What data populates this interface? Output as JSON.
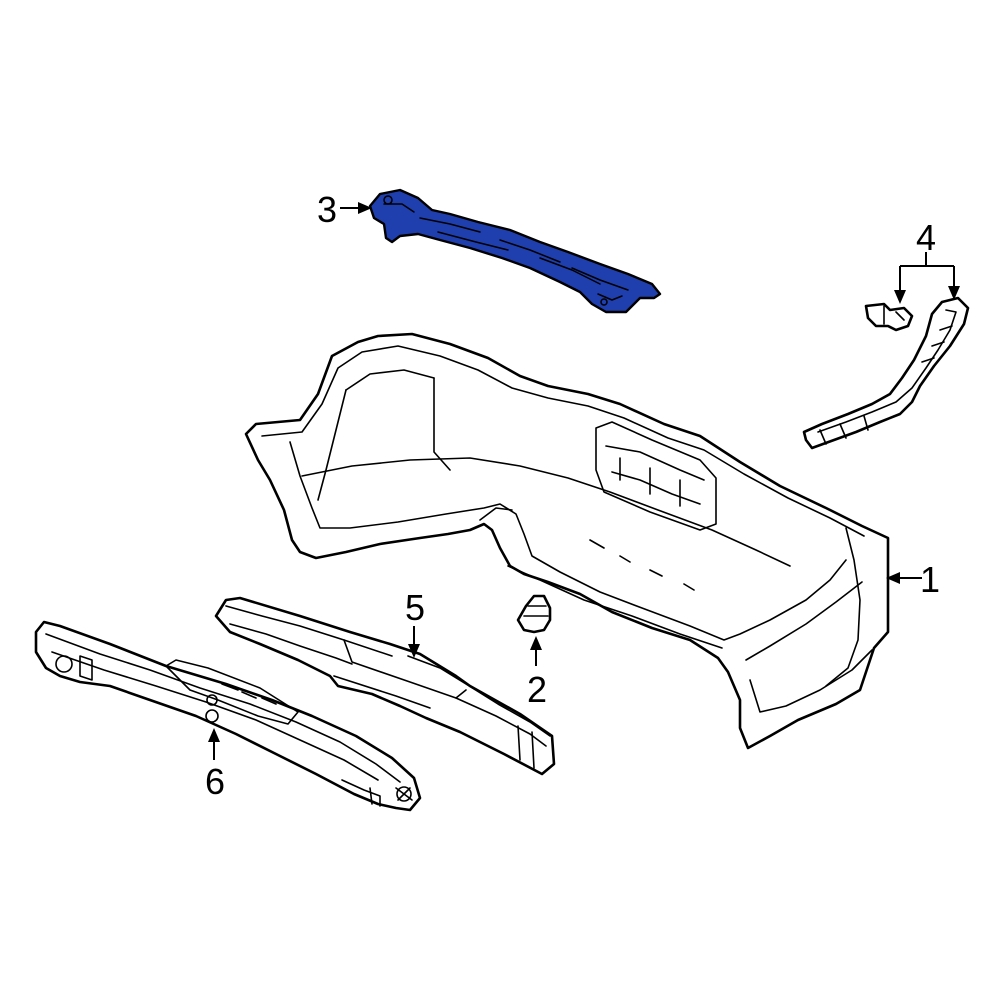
{
  "colors": {
    "highlight": "#1f3fae",
    "line": "#000000",
    "background": "#ffffff"
  },
  "callouts": {
    "c1": "1",
    "c2": "2",
    "c3": "3",
    "c4": "4",
    "c5": "5",
    "c6": "6"
  }
}
